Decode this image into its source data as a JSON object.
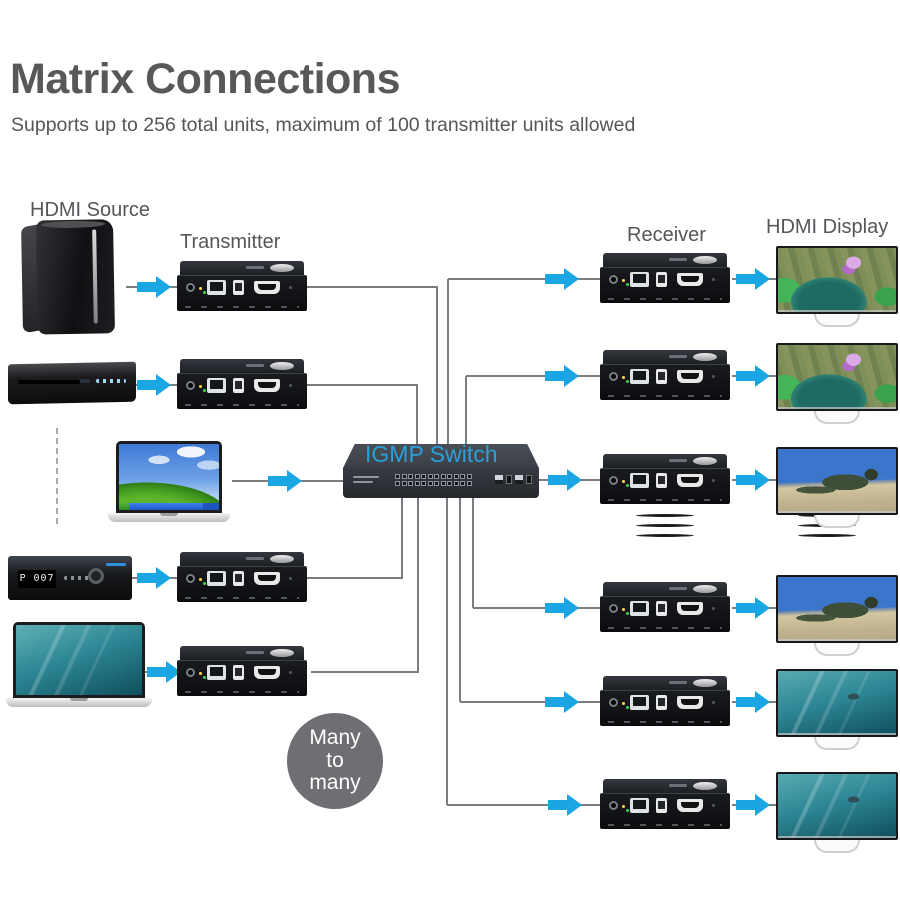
{
  "header": {
    "title": "Matrix Connections",
    "subtitle": "Supports up to 256 total units, maximum of 100 transmitter units allowed"
  },
  "labels": {
    "source": "HDMI Source",
    "transmitter": "Transmitter",
    "receiver": "Receiver",
    "display": "HDMI Display"
  },
  "switch_unit": {
    "label": "IGMP Switch"
  },
  "badge": {
    "lines": [
      "Many",
      "to",
      "many"
    ]
  },
  "stb": {
    "display_text": "P 007"
  },
  "colors": {
    "arrow_blue": "#19a6e3",
    "wire_gray": "#7b7e81",
    "switch_label_blue": "#2a9fd9",
    "title_gray": "#57585a",
    "badge_gray": "#6e6f72"
  },
  "topology": {
    "mode": "many-to-many",
    "max_total_units": 256,
    "max_transmitter_units": 100,
    "sources": [
      "desktop-tower",
      "dvd-player",
      "laptop",
      "set-top-box",
      "laptop"
    ],
    "transmitters_shown": 4,
    "receivers_shown": 6,
    "displays_shown": 6,
    "display_images": [
      "lotus",
      "lotus",
      "lizard",
      "lizard",
      "ocean",
      "ocean"
    ]
  }
}
